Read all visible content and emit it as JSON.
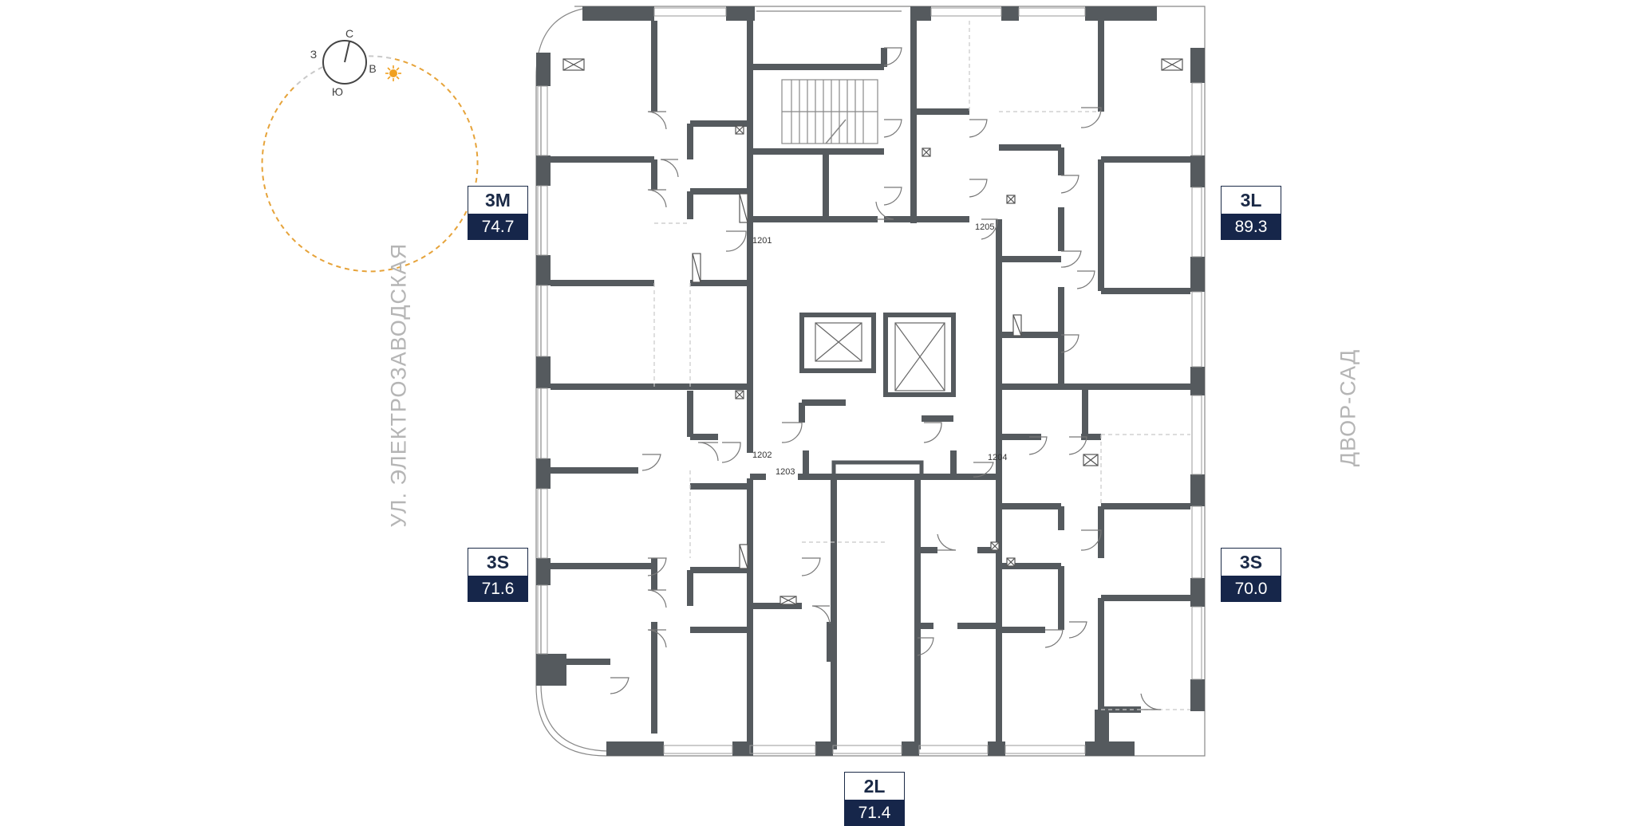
{
  "compass": {
    "north": "С",
    "west": "З",
    "east": "В",
    "south": "Ю",
    "sun_color": "#f0a020"
  },
  "apartments": [
    {
      "id": "west-top",
      "type": "3M",
      "area": "74.7"
    },
    {
      "id": "east-top",
      "type": "3L",
      "area": "89.3"
    },
    {
      "id": "west-bottom",
      "type": "3S",
      "area": "71.6"
    },
    {
      "id": "east-bottom",
      "type": "3S",
      "area": "70.0"
    },
    {
      "id": "south",
      "type": "2L",
      "area": "71.4"
    }
  ],
  "doors": [
    "1201",
    "1202",
    "1203",
    "1204",
    "1205"
  ],
  "streets": {
    "west": "УЛ. ЭЛЕКТРОЗАВОДСКАЯ",
    "east": "ДВОР-САД"
  },
  "colors": {
    "wall": "#555a5e",
    "badge": "#16264a",
    "street_text": "#b5b5b5"
  }
}
